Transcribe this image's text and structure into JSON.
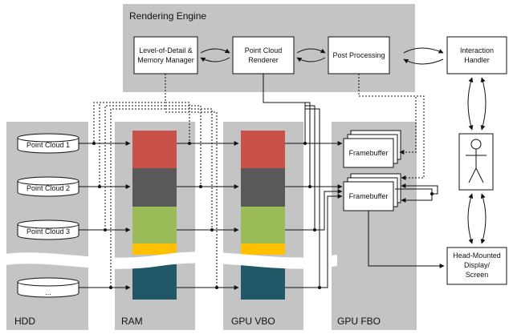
{
  "rendering_engine": {
    "title": "Rendering Engine",
    "lod_manager": [
      "Level-of-Detail &",
      "Memory Manager"
    ],
    "renderer": [
      "Point Cloud",
      "Renderer"
    ],
    "post_processing": "Post Processing"
  },
  "interaction_handler": [
    "Interaction",
    "Handler"
  ],
  "hmd": [
    "Head-Mounted",
    "Display/",
    "Screen"
  ],
  "columns": {
    "hdd": "HDD",
    "ram": "RAM",
    "vbo": "GPU VBO",
    "fbo": "GPU FBO"
  },
  "point_clouds": [
    "Point Cloud 1",
    "Point Cloud 2",
    "Point Cloud 3",
    "..."
  ],
  "framebuffers": [
    "Framebuffer",
    "Framebuffer"
  ],
  "colors": {
    "panel": "#c4c4c4",
    "red": "#c8514a",
    "dark_gray": "#595959",
    "green": "#9bbb59",
    "yellow": "#ffc000",
    "teal": "#215867"
  }
}
